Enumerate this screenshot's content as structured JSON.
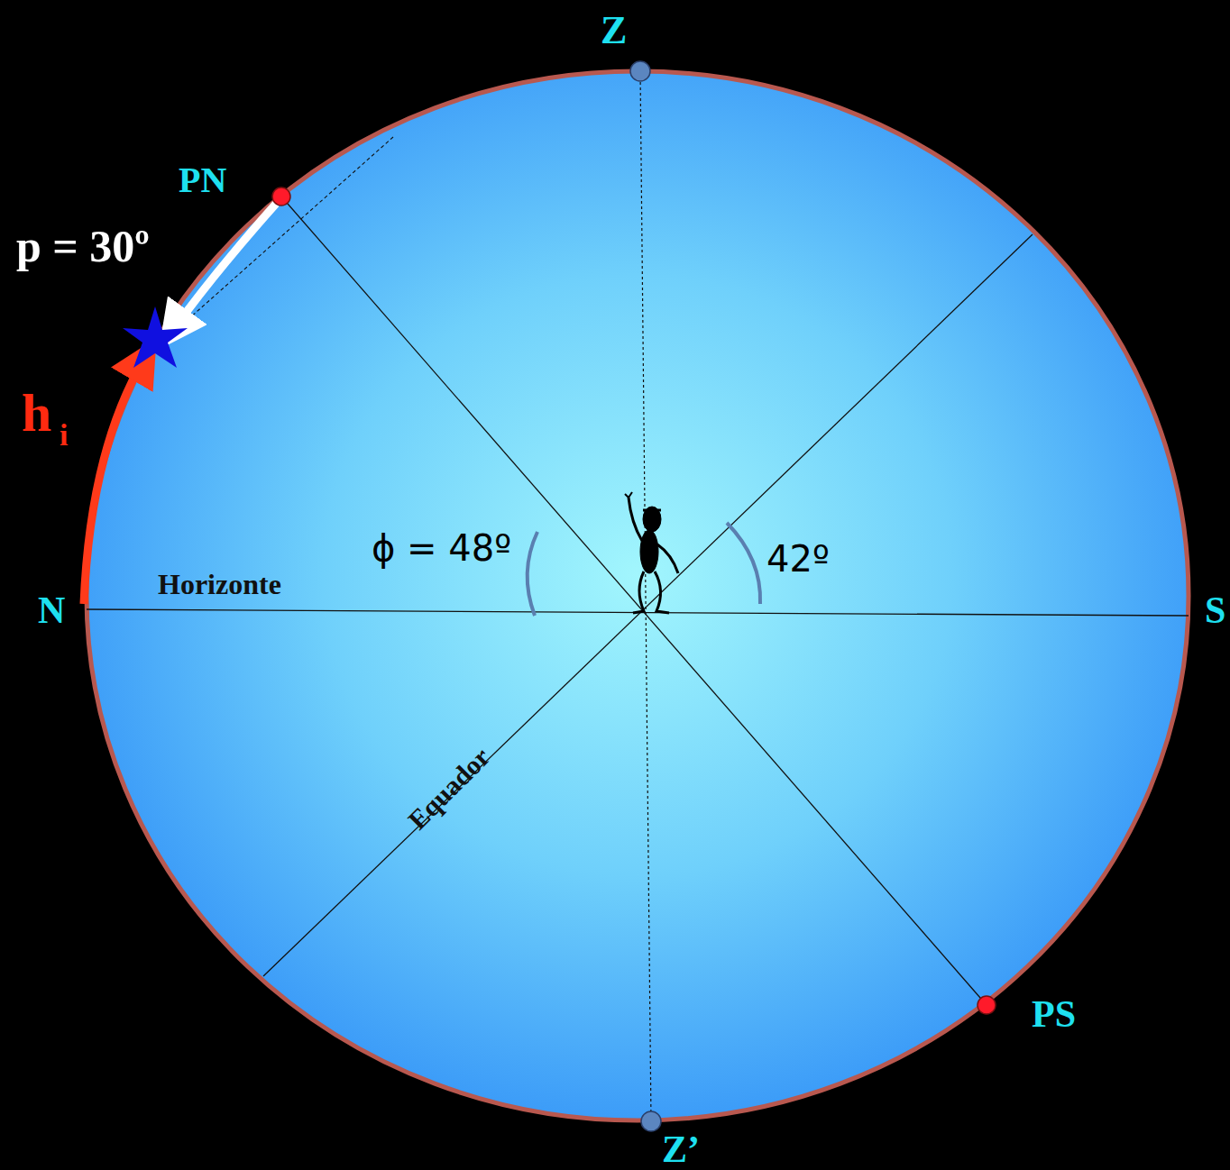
{
  "diagram": {
    "labels": [
      "Z",
      "PN",
      "p = 30º",
      "h",
      "i",
      "N",
      "Horizonte",
      "ϕ = 48º",
      "42º",
      "S",
      "Equador",
      "PS",
      "Z’"
    ]
  }
}
